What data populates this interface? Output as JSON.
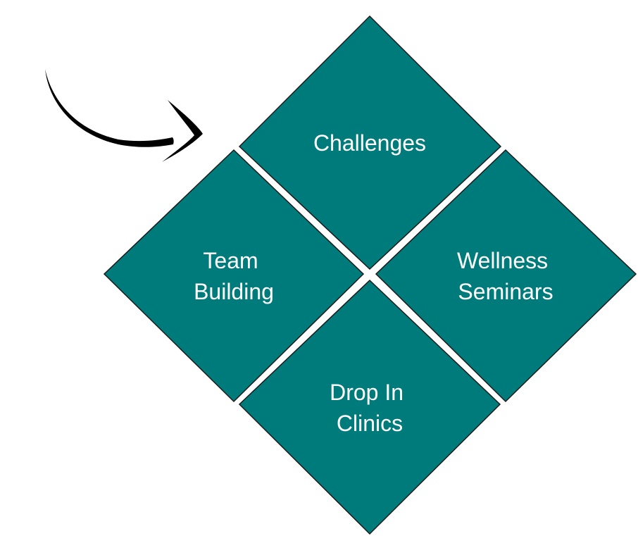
{
  "diagram": {
    "fill_color": "#007b7b",
    "stroke_color": "#1a1a1a",
    "arrow_color": "#000000",
    "arrow_icon": "curved-arrow-icon",
    "tiles": [
      {
        "id": "challenges",
        "lines": [
          "Challenges"
        ]
      },
      {
        "id": "team-building",
        "lines": [
          "Team",
          "Building"
        ]
      },
      {
        "id": "wellness-seminars",
        "lines": [
          "Wellness",
          "Seminars"
        ]
      },
      {
        "id": "drop-in-clinics",
        "lines": [
          "Drop In",
          "Clinics"
        ]
      }
    ]
  }
}
